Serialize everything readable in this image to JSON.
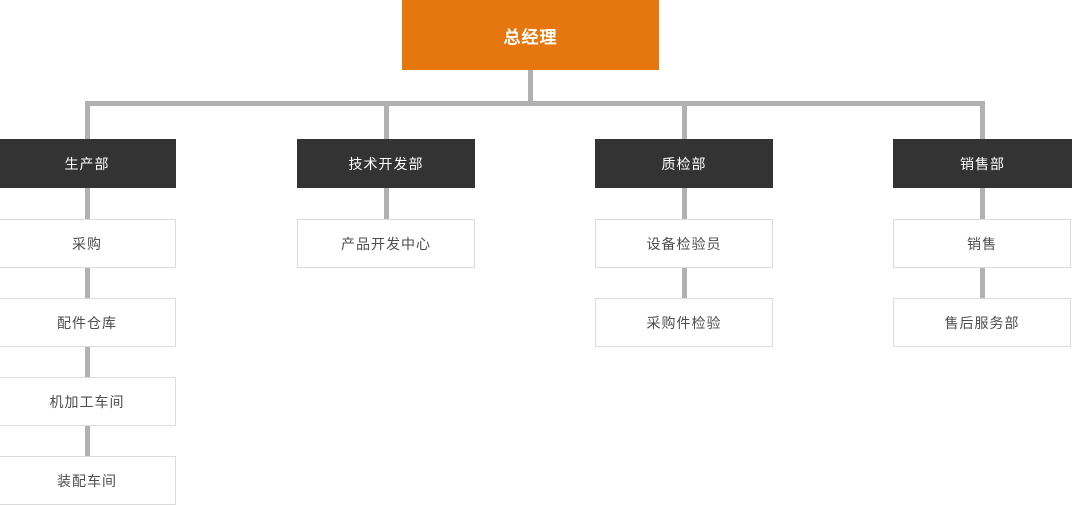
{
  "colors": {
    "root_bg": "#e6760e",
    "dept_bg": "#333333",
    "connector_line": "#b1b1b1",
    "child_border": "#dcdcdc",
    "child_text": "#4d4d4d"
  },
  "org": {
    "root": {
      "label": "总经理"
    },
    "departments": [
      {
        "label": "生产部",
        "children": [
          "采购",
          "配件仓库",
          "机加工车间",
          "装配车间"
        ]
      },
      {
        "label": "技术开发部",
        "children": [
          "产品开发中心"
        ]
      },
      {
        "label": "质检部",
        "children": [
          "设备检验员",
          "采购件检验"
        ]
      },
      {
        "label": "销售部",
        "children": [
          "销售",
          "售后服务部"
        ]
      }
    ]
  }
}
